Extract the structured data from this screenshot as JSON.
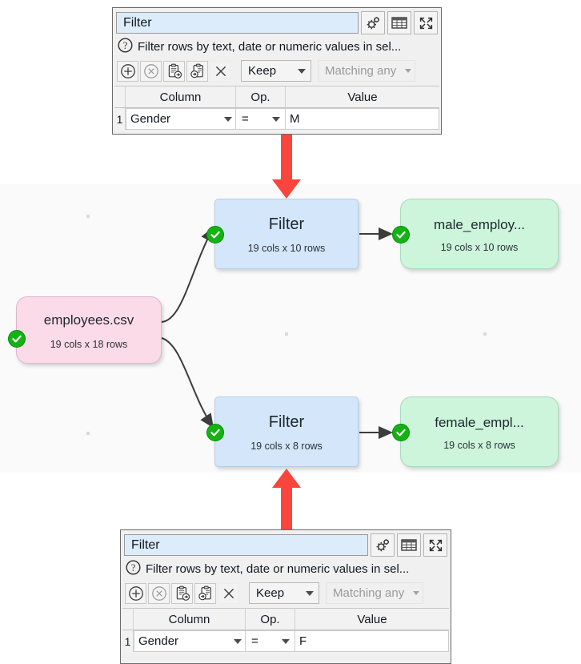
{
  "app": {
    "name": "Easy Data Transform"
  },
  "panels": [
    {
      "id": "top",
      "title": "Filter",
      "title_placeholder": "Filter",
      "description": "Filter rows by text, date or numeric values in sel...",
      "help_icon": "question-circle-icon",
      "title_buttons": [
        {
          "name": "settings-gears-icon",
          "label": "Settings"
        },
        {
          "name": "table-grid-icon",
          "label": "Table view"
        },
        {
          "name": "expand-arrows-icon",
          "label": "Maximize"
        }
      ],
      "toolbar_buttons": [
        {
          "name": "add-row-icon",
          "label": "Add"
        },
        {
          "name": "remove-row-icon",
          "label": "Remove"
        },
        {
          "name": "copy-to-clipboard-icon",
          "label": "Copy"
        },
        {
          "name": "paste-from-clipboard-icon",
          "label": "Paste"
        },
        {
          "name": "clear-all-icon",
          "label": "Clear"
        }
      ],
      "mode_dropdown": {
        "value": "Keep",
        "enabled": true
      },
      "match_dropdown": {
        "value": "Matching any",
        "enabled": false
      },
      "table": {
        "headers": [
          "Column",
          "Op.",
          "Value"
        ],
        "rows": [
          {
            "index": "1",
            "column": "Gender",
            "op": "=",
            "value": "M"
          }
        ]
      }
    },
    {
      "id": "bottom",
      "title": "Filter",
      "title_placeholder": "Filter",
      "description": "Filter rows by text, date or numeric values in sel...",
      "help_icon": "question-circle-icon",
      "title_buttons": [
        {
          "name": "settings-gears-icon",
          "label": "Settings"
        },
        {
          "name": "table-grid-icon",
          "label": "Table view"
        },
        {
          "name": "expand-arrows-icon",
          "label": "Maximize"
        }
      ],
      "toolbar_buttons": [
        {
          "name": "add-row-icon",
          "label": "Add"
        },
        {
          "name": "remove-row-icon",
          "label": "Remove"
        },
        {
          "name": "copy-to-clipboard-icon",
          "label": "Copy"
        },
        {
          "name": "paste-from-clipboard-icon",
          "label": "Paste"
        },
        {
          "name": "clear-all-icon",
          "label": "Clear"
        }
      ],
      "mode_dropdown": {
        "value": "Keep",
        "enabled": true
      },
      "match_dropdown": {
        "value": "Matching any",
        "enabled": false
      },
      "table": {
        "headers": [
          "Column",
          "Op.",
          "Value"
        ],
        "rows": [
          {
            "index": "1",
            "column": "Gender",
            "op": "=",
            "value": "F"
          }
        ]
      }
    }
  ],
  "canvas": {
    "background": "#fafafa",
    "nodes": [
      {
        "id": "source",
        "kind": "source",
        "title": "employees.csv",
        "subtitle": "19 cols x 18 rows",
        "status": "ok",
        "color": "#fcdbe8"
      },
      {
        "id": "filter-male",
        "kind": "process",
        "title": "Filter",
        "subtitle": "19 cols x 10 rows",
        "status": "ok",
        "color": "#d3e6fa"
      },
      {
        "id": "filter-female",
        "kind": "process",
        "title": "Filter",
        "subtitle": "19 cols x 8 rows",
        "status": "ok",
        "color": "#d3e6fa"
      },
      {
        "id": "out-male",
        "kind": "output",
        "title": "male_employ...",
        "subtitle": "19 cols x 10 rows",
        "status": "ok",
        "color": "#ccf5dc"
      },
      {
        "id": "out-female",
        "kind": "output",
        "title": "female_empl...",
        "subtitle": "19 cols x 8 rows",
        "status": "ok",
        "color": "#ccf5dc"
      }
    ],
    "edges": [
      {
        "from": "source",
        "to": "filter-male"
      },
      {
        "from": "source",
        "to": "filter-female"
      },
      {
        "from": "filter-male",
        "to": "out-male"
      },
      {
        "from": "filter-female",
        "to": "out-female"
      }
    ]
  },
  "annotations": {
    "arrow_color": "#f9453c",
    "arrows": [
      {
        "name": "callout-arrow-down",
        "points_to": "filter-male",
        "direction": "down"
      },
      {
        "name": "callout-arrow-up",
        "points_to": "filter-female",
        "direction": "up"
      }
    ]
  }
}
